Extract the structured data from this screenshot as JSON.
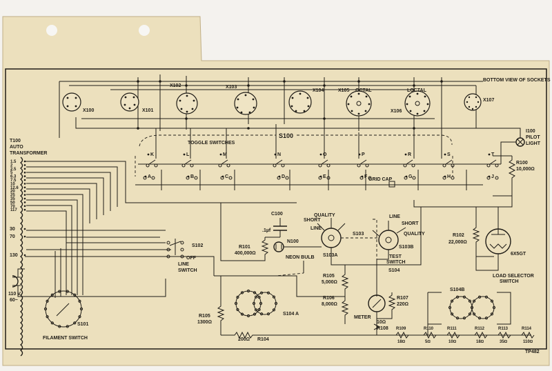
{
  "header": {
    "bottom_view": "BOTTOM VIEW OF SOCKETS"
  },
  "sockets": [
    {
      "label": "X100"
    },
    {
      "label": "X101"
    },
    {
      "label": "X102"
    },
    {
      "label": "X103"
    },
    {
      "label": "X104"
    },
    {
      "label": "X105"
    },
    {
      "label": "OCTAL"
    },
    {
      "label": "LOCTAL"
    },
    {
      "label": "X106"
    },
    {
      "label": "X107"
    }
  ],
  "switch_bank": {
    "label": "S100",
    "title": "TOGGLE SWITCHES",
    "top_row": [
      "K",
      "L",
      "M",
      "N",
      "O",
      "P",
      "R",
      "S",
      "T"
    ],
    "bottom_row": [
      "A",
      "B",
      "C",
      "D",
      "E",
      "F",
      "G",
      "H",
      "J"
    ],
    "grid_cap": "GRID CAP"
  },
  "pilot": {
    "id": "I100",
    "name": "PILOT",
    "sub": "LIGHT"
  },
  "r100": {
    "id": "R100",
    "value": "10,000Ω"
  },
  "transformer": {
    "id": "T100",
    "name": "AUTO",
    "sub": "TRANSFORMER",
    "taps": [
      "1.5",
      "2",
      "2.5",
      "5",
      "6.3",
      "7.5",
      "10",
      "12.6",
      "20",
      "25",
      "35",
      "50",
      "70",
      "117"
    ],
    "lower_taps": [
      "30",
      "70",
      "130"
    ]
  },
  "line": {
    "v": "110 V",
    "hz": "60~"
  },
  "s102": {
    "id": "S102",
    "off": "OFF",
    "line": "LINE",
    "switch": "SWITCH"
  },
  "c100": {
    "id": "C100",
    "value": ".1µf"
  },
  "n100": {
    "id": "N100",
    "name": "NEON BULB"
  },
  "r101": {
    "id": "R101",
    "value": "400,000Ω"
  },
  "s103": {
    "id": "S103",
    "a": "S103A",
    "b": "S103B",
    "quality": "QUALITY",
    "short": "SHORT",
    "line": "LINE",
    "test": "TEST",
    "switch": "SWITCH",
    "s104": "S104"
  },
  "r102": {
    "id": "R102",
    "value": "22,000Ω"
  },
  "tube": {
    "id": "6X5GT"
  },
  "resistors": {
    "r105": {
      "id": "R105",
      "value": "5,000Ω"
    },
    "r106": {
      "id": "R106",
      "value": "8,000Ω"
    },
    "r107": {
      "id": "R107",
      "value": "220Ω"
    },
    "r108": {
      "id": "R108",
      "value": "10Ω"
    },
    "r105b": {
      "id": "R105",
      "value": "1300Ω"
    },
    "r104": {
      "id": "R104",
      "value": "200Ω"
    }
  },
  "meter": "METER",
  "s104a": "S104 A",
  "load": {
    "s104b": "S104B",
    "title": "LOAD SELECTOR",
    "sub": "SWITCH"
  },
  "chain": [
    {
      "id": "R109",
      "value": "18Ω"
    },
    {
      "id": "R110",
      "value": "5Ω"
    },
    {
      "id": "R111",
      "value": "10Ω"
    },
    {
      "id": "R112",
      "value": "18Ω"
    },
    {
      "id": "R113",
      "value": "35Ω"
    },
    {
      "id": "R114",
      "value": "110Ω"
    }
  ],
  "filament": {
    "id": "S101",
    "name": "FILAMENT SWITCH"
  },
  "footer": {
    "code": "TP482"
  }
}
